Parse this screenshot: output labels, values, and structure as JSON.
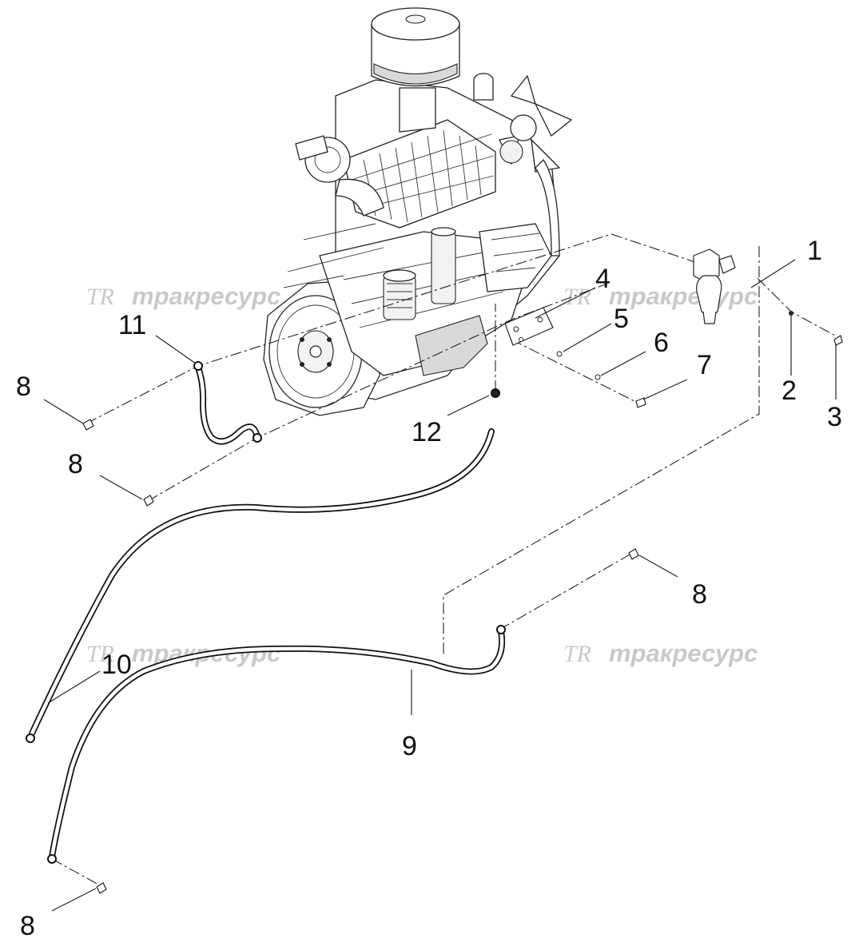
{
  "watermark": {
    "logo": "TR",
    "text": "тракресурс"
  },
  "callouts": [
    {
      "id": "c1",
      "label": "1"
    },
    {
      "id": "c2",
      "label": "2"
    },
    {
      "id": "c3",
      "label": "3"
    },
    {
      "id": "c4",
      "label": "4"
    },
    {
      "id": "c5",
      "label": "5"
    },
    {
      "id": "c6",
      "label": "6"
    },
    {
      "id": "c7",
      "label": "7"
    },
    {
      "id": "c8a",
      "label": "8"
    },
    {
      "id": "c8b",
      "label": "8"
    },
    {
      "id": "c8c",
      "label": "8"
    },
    {
      "id": "c8d",
      "label": "8"
    },
    {
      "id": "c9",
      "label": "9"
    },
    {
      "id": "c10",
      "label": "10"
    },
    {
      "id": "c11",
      "label": "11"
    },
    {
      "id": "c12",
      "label": "12"
    }
  ]
}
